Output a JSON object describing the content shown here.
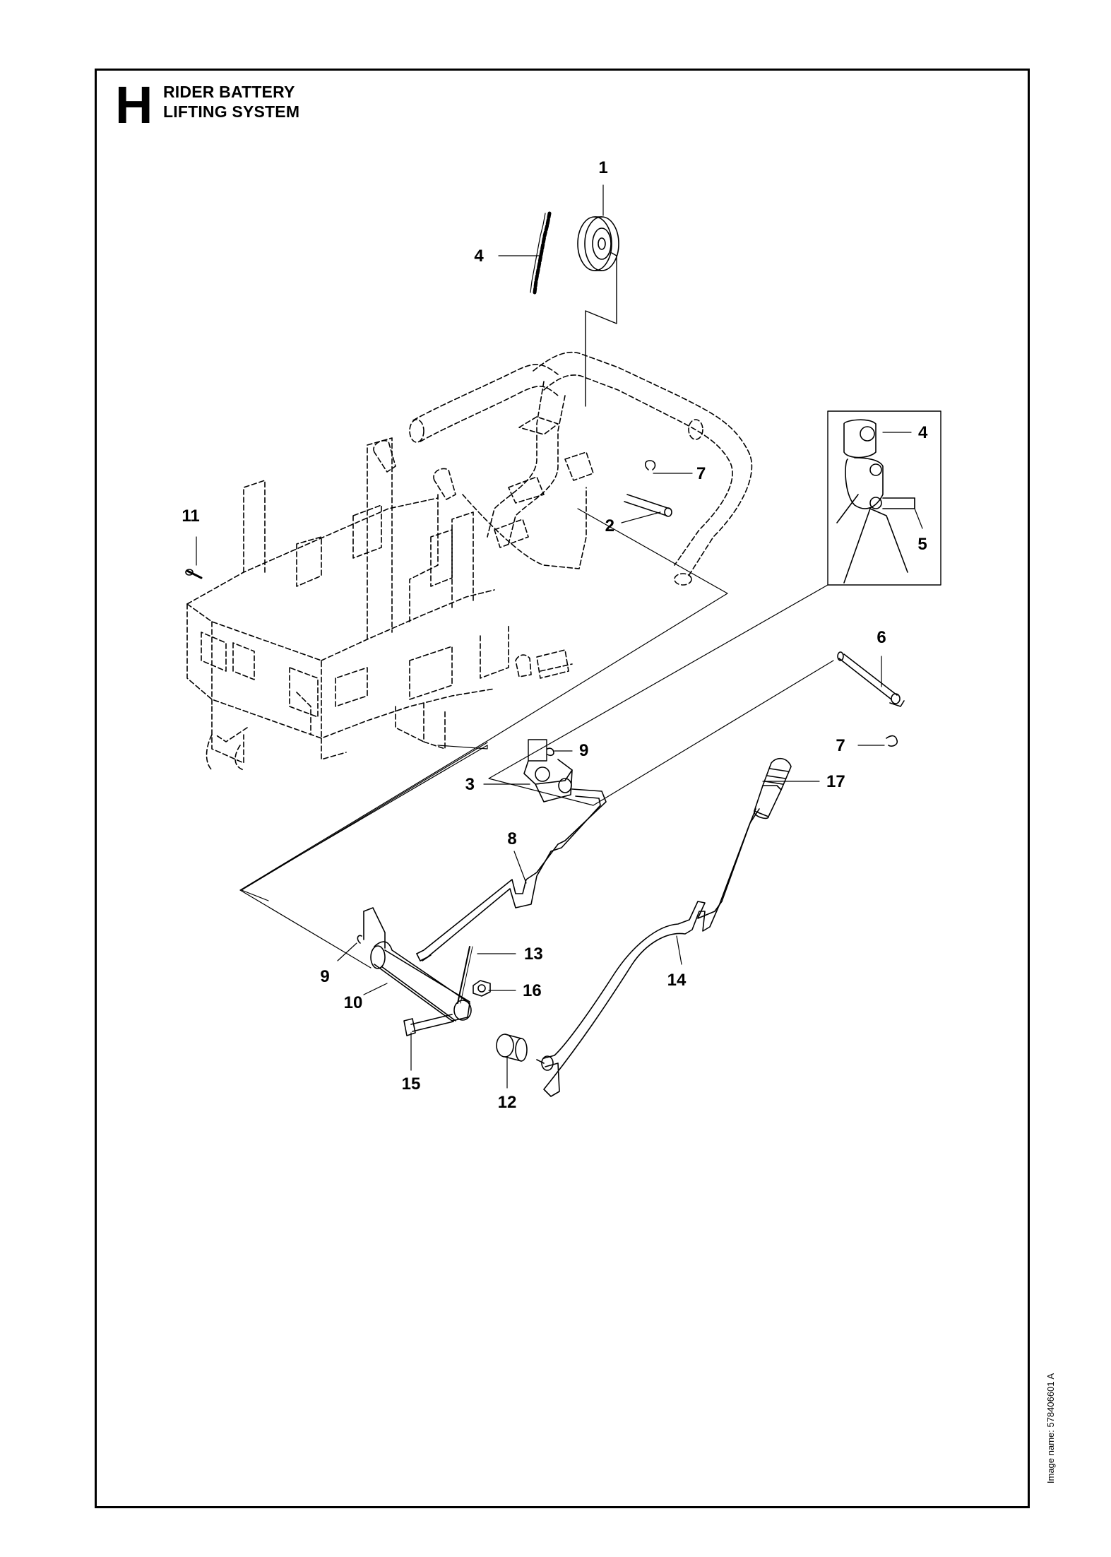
{
  "section": {
    "letter": "H",
    "title_line1": "RIDER BATTERY",
    "title_line2": "LIFTING SYSTEM"
  },
  "image_name": "Image name: 578406601 A",
  "callouts": [
    {
      "id": "c1",
      "label": "1"
    },
    {
      "id": "c4a",
      "label": "4"
    },
    {
      "id": "c4b",
      "label": "4"
    },
    {
      "id": "c7a",
      "label": "7"
    },
    {
      "id": "c2",
      "label": "2"
    },
    {
      "id": "c11",
      "label": "11"
    },
    {
      "id": "c5",
      "label": "5"
    },
    {
      "id": "c6",
      "label": "6"
    },
    {
      "id": "c7b",
      "label": "7"
    },
    {
      "id": "c9a",
      "label": "9"
    },
    {
      "id": "c3",
      "label": "3"
    },
    {
      "id": "c17",
      "label": "17"
    },
    {
      "id": "c8",
      "label": "8"
    },
    {
      "id": "c13",
      "label": "13"
    },
    {
      "id": "c9b",
      "label": "9"
    },
    {
      "id": "c14",
      "label": "14"
    },
    {
      "id": "c10",
      "label": "10"
    },
    {
      "id": "c16",
      "label": "16"
    },
    {
      "id": "c15",
      "label": "15"
    },
    {
      "id": "c12",
      "label": "12"
    }
  ]
}
